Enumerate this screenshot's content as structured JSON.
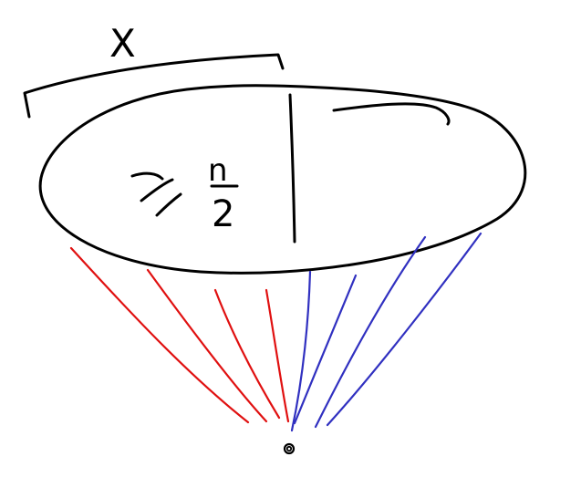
{
  "diagram": {
    "label_x": "X",
    "label_inside_left": ">/ ",
    "fraction_numerator": "n",
    "fraction_denominator": "2",
    "colors": {
      "ink": "#000000",
      "left_rays": "#e01010",
      "right_rays": "#3030c0",
      "background": "#ffffff"
    }
  }
}
